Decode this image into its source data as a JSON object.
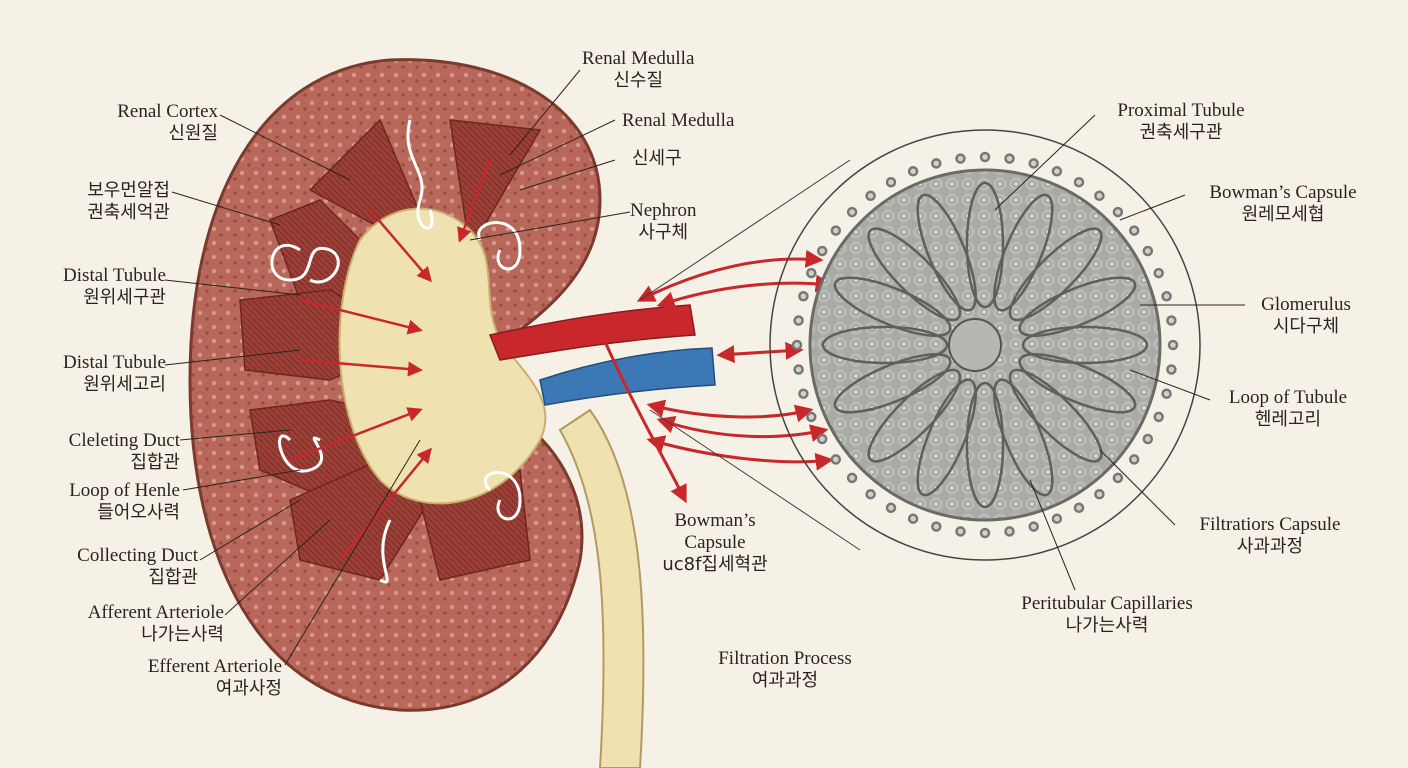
{
  "labels": {
    "renal_medulla_top": {
      "en": "Renal Medulla",
      "ko": "신수질"
    },
    "renal_cortex": {
      "en": "Renal Cortex",
      "ko": "신원질"
    },
    "renal_medulla_2": {
      "en": "Renal Medulla",
      "ko": ""
    },
    "sinsegu": {
      "en": "",
      "ko": "신세구"
    },
    "boumyeon": {
      "en": "",
      "ko": "보우먼알접",
      "ko2": "권축세억관"
    },
    "nephron": {
      "en": "Nephron",
      "ko": "사구체"
    },
    "distal_tubule_1": {
      "en": "Distal Tubule",
      "ko": "원위세구관"
    },
    "distal_tubule_2": {
      "en": "Distal Tubule",
      "ko": "원위세고리"
    },
    "cleleting_duct": {
      "en": "Cleleting Duct",
      "ko": "집합관"
    },
    "loop_of_henle": {
      "en": "Loop of Henle",
      "ko": "들어오사력"
    },
    "collecting_duct": {
      "en": "Collecting Duct",
      "ko": "집합관"
    },
    "afferent_arteriole": {
      "en": "Afferent Arteriole",
      "ko": "나가는사력"
    },
    "efferent_arteriole": {
      "en": "Efferent Arteriole",
      "ko": "여과사정"
    },
    "bowmans_capsule_mid": {
      "en": "Bowman’s",
      "en2": "Capsule",
      "ko": "uc8f집세혁관"
    },
    "filtration_process": {
      "en": "Filtration Process",
      "ko": "여과과정"
    },
    "proximal_tubule": {
      "en": "Proximal Tubule",
      "ko": "권축세구관"
    },
    "bowmans_capsule_right": {
      "en": "Bowman’s Capsule",
      "ko": "원레모세협"
    },
    "glomerulus": {
      "en": "Glomerulus",
      "ko": "시다구체"
    },
    "loop_of_tubule": {
      "en": "Loop of Tubule",
      "ko": "헨레고리"
    },
    "filtratiors_capsule": {
      "en": "Filtratiors Capsule",
      "ko": "사과과정"
    },
    "peritubular_capillaries": {
      "en": "Peritubular Capillaries",
      "ko": "나가는사력"
    }
  },
  "colors": {
    "background": "#f6f1e6",
    "cortex": "#b8685a",
    "medulla": "#9c3f36",
    "pelvis": "#efe1b0",
    "artery": "#c8282c",
    "vein": "#3d78b6",
    "glomerulus_fill": "#c9c9c6",
    "ink": "#2a2420"
  },
  "icons": [
    "kidney-illustration",
    "glomerulus-illustration",
    "artery-arrow",
    "renal-vein"
  ]
}
